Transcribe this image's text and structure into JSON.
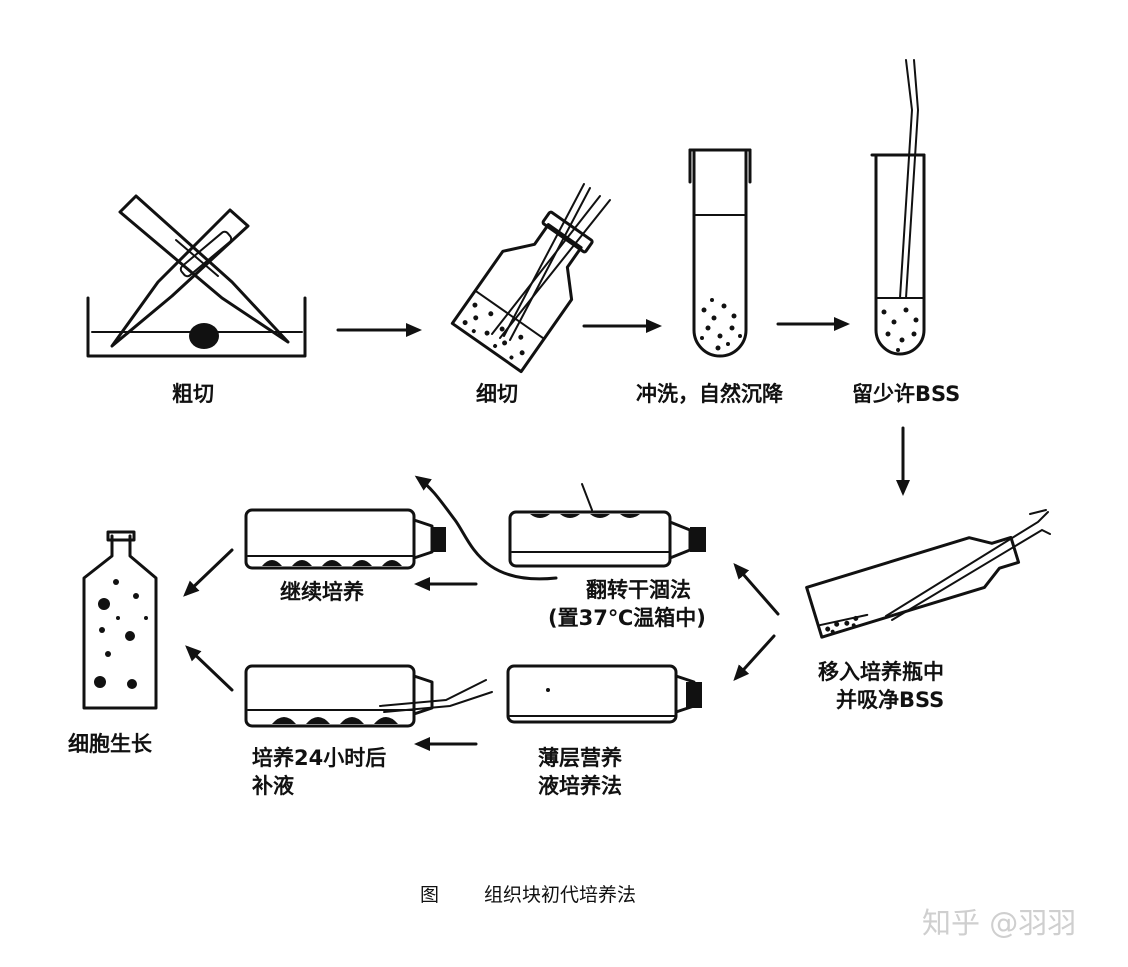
{
  "diagram": {
    "steps": {
      "coarse_cut": "粗切",
      "fine_cut": "细切",
      "wash_settle": "冲洗，自然沉降",
      "keep_bss": "留少许BSS",
      "transfer_line1": "移入培养瓶中",
      "transfer_line2": "并吸净BSS",
      "flip_dry_line1": "翻转干涸法",
      "flip_dry_line2": "(置37℃温箱中)",
      "continue_culture": "继续培养",
      "thin_layer_line1": "薄层营养",
      "thin_layer_line2": "液培养法",
      "replenish_line1": "培养24小时后",
      "replenish_line2": "补液",
      "cell_growth": "细胞生长"
    },
    "caption_prefix": "图",
    "caption": "组织块初代培养法"
  },
  "watermark": "知乎 @羽羽"
}
